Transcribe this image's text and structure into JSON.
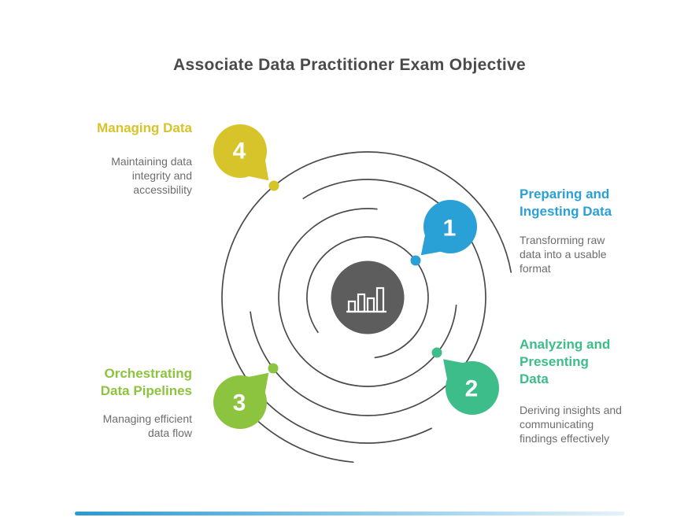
{
  "title": "Associate Data Practitioner Exam Objective",
  "center": {
    "icon": "bar-chart-icon",
    "circle_color": "#5d5d5d",
    "icon_color": "#ffffff"
  },
  "spiral": {
    "stroke_color": "#4a4a4a"
  },
  "colors": {
    "blue": "#2aa1d6",
    "green": "#3cbd89",
    "lime": "#8cc43f",
    "yellow": "#d7c42a",
    "title_gray": "#4a4a4a",
    "body_gray": "#6d6d6d"
  },
  "items": [
    {
      "number": "1",
      "heading": "Preparing and\nIngesting Data",
      "description": "Transforming raw\ndata into a usable\nformat",
      "color": "#2aa1d6"
    },
    {
      "number": "2",
      "heading": "Analyzing and\nPresenting\nData",
      "description": "Deriving insights and\ncommunicating\nfindings effectively",
      "color": "#3cbd89"
    },
    {
      "number": "3",
      "heading": "Orchestrating\nData Pipelines",
      "description": "Managing efficient\ndata flow",
      "color": "#8cc43f"
    },
    {
      "number": "4",
      "heading": "Managing Data",
      "description": "Maintaining data\nintegrity and\naccessibility",
      "color": "#d7c42a"
    }
  ],
  "footer_accent": {
    "from": "#2d98d3",
    "to": "#e3f2fb"
  }
}
